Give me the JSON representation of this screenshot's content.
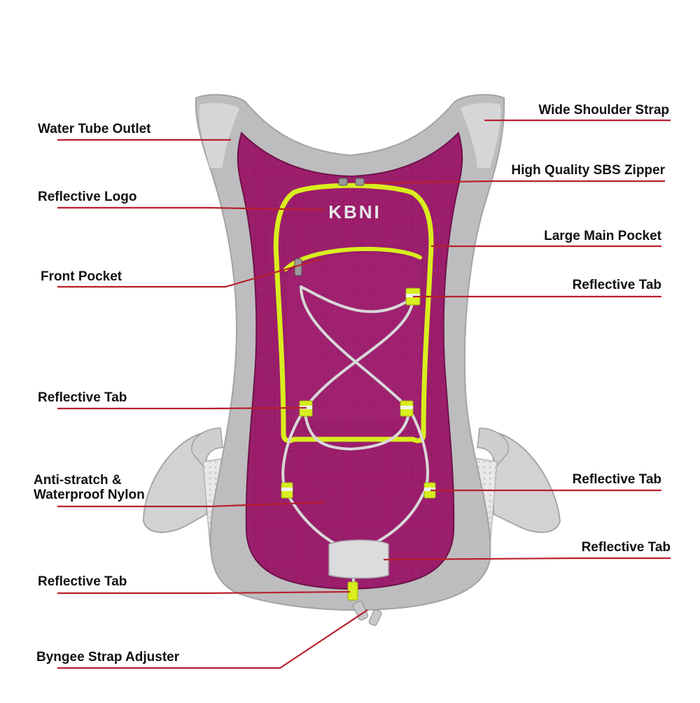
{
  "brand": {
    "logo_text": "KBNI"
  },
  "callouts": [
    {
      "id": "water-tube-outlet",
      "text": "Water Tube Outlet",
      "side": "left"
    },
    {
      "id": "reflective-logo",
      "text": "Reflective Logo",
      "side": "left"
    },
    {
      "id": "front-pocket",
      "text": "Front Pocket",
      "side": "left"
    },
    {
      "id": "reflective-tab-left-1",
      "text": "Reflective Tab",
      "side": "left"
    },
    {
      "id": "anti-stretch-nylon",
      "text": "Anti-stratch &\nWaterproof Nylon",
      "side": "left"
    },
    {
      "id": "reflective-tab-left-2",
      "text": "Reflective Tab",
      "side": "left"
    },
    {
      "id": "byngee-strap-adjuster",
      "text": "Byngee Strap Adjuster",
      "side": "left"
    },
    {
      "id": "wide-shoulder-strap",
      "text": "Wide Shoulder Strap",
      "side": "right"
    },
    {
      "id": "sbs-zipper",
      "text": "High Quality SBS Zipper",
      "side": "right"
    },
    {
      "id": "large-main-pocket",
      "text": "Large Main Pocket",
      "side": "right"
    },
    {
      "id": "reflective-tab-right-1",
      "text": "Reflective Tab",
      "side": "right"
    },
    {
      "id": "reflective-tab-right-2",
      "text": "Reflective Tab",
      "side": "right"
    },
    {
      "id": "reflective-tab-right-3",
      "text": "Reflective Tab",
      "side": "right"
    }
  ],
  "colors": {
    "bag_body": "#9c1e6c",
    "bag_body_dark": "#7e1655",
    "frame_gray": "#b9b9bb",
    "frame_light": "#d9d9db",
    "trim_neon": "#d8ee1e",
    "cord": "#d8d8d8",
    "leader_line": "#b8202c"
  }
}
